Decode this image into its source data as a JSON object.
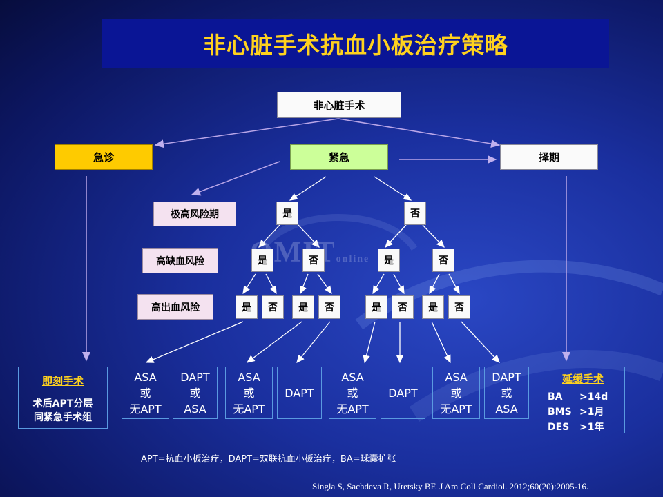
{
  "title": "非心脏手术抗血小板治疗策略",
  "top_box": "非心脏手术",
  "urgency": {
    "emergency": "急诊",
    "urgent": "紧急",
    "elective": "择期"
  },
  "row_labels": {
    "very_high_risk": "极高风险期",
    "high_ischemic": "高缺血风险",
    "high_bleeding": "高出血风险"
  },
  "yes": "是",
  "no": "否",
  "watermark": "OMIT",
  "watermark_small": "online",
  "emergency_box": {
    "title": "即刻手术",
    "line1": "术后APT分层",
    "line2": "同紧急手术组"
  },
  "outcomes": [
    {
      "l1": "ASA",
      "l2": "或",
      "l3": "无APT"
    },
    {
      "l1": "DAPT",
      "l2": "或",
      "l3": "ASA"
    },
    {
      "l1": "ASA",
      "l2": "或",
      "l3": "无APT"
    },
    {
      "l1": "DAPT",
      "l2": "",
      "l3": ""
    },
    {
      "l1": "ASA",
      "l2": "或",
      "l3": "无APT"
    },
    {
      "l1": "DAPT",
      "l2": "",
      "l3": ""
    },
    {
      "l1": "ASA",
      "l2": "或",
      "l3": "无APT"
    },
    {
      "l1": "DAPT",
      "l2": "或",
      "l3": "ASA"
    }
  ],
  "elective_box": {
    "title": "延缓手术",
    "rows": [
      {
        "k": "BA",
        "v": ">14d"
      },
      {
        "k": "BMS",
        "v": ">1月"
      },
      {
        "k": "DES",
        "v": ">1年"
      }
    ]
  },
  "abbreviations": "APT=抗血小板治疗，DAPT=双联抗血小板治疗，BA=球囊扩张",
  "citation": "Singla S, Sachdeva R, Uretsky BF. J Am Coll Cardiol. 2012;60(20):2005-16.",
  "colors": {
    "title": "#ffd21e",
    "arrow": "#b9a6e8",
    "arrow_white": "#ffffff"
  }
}
